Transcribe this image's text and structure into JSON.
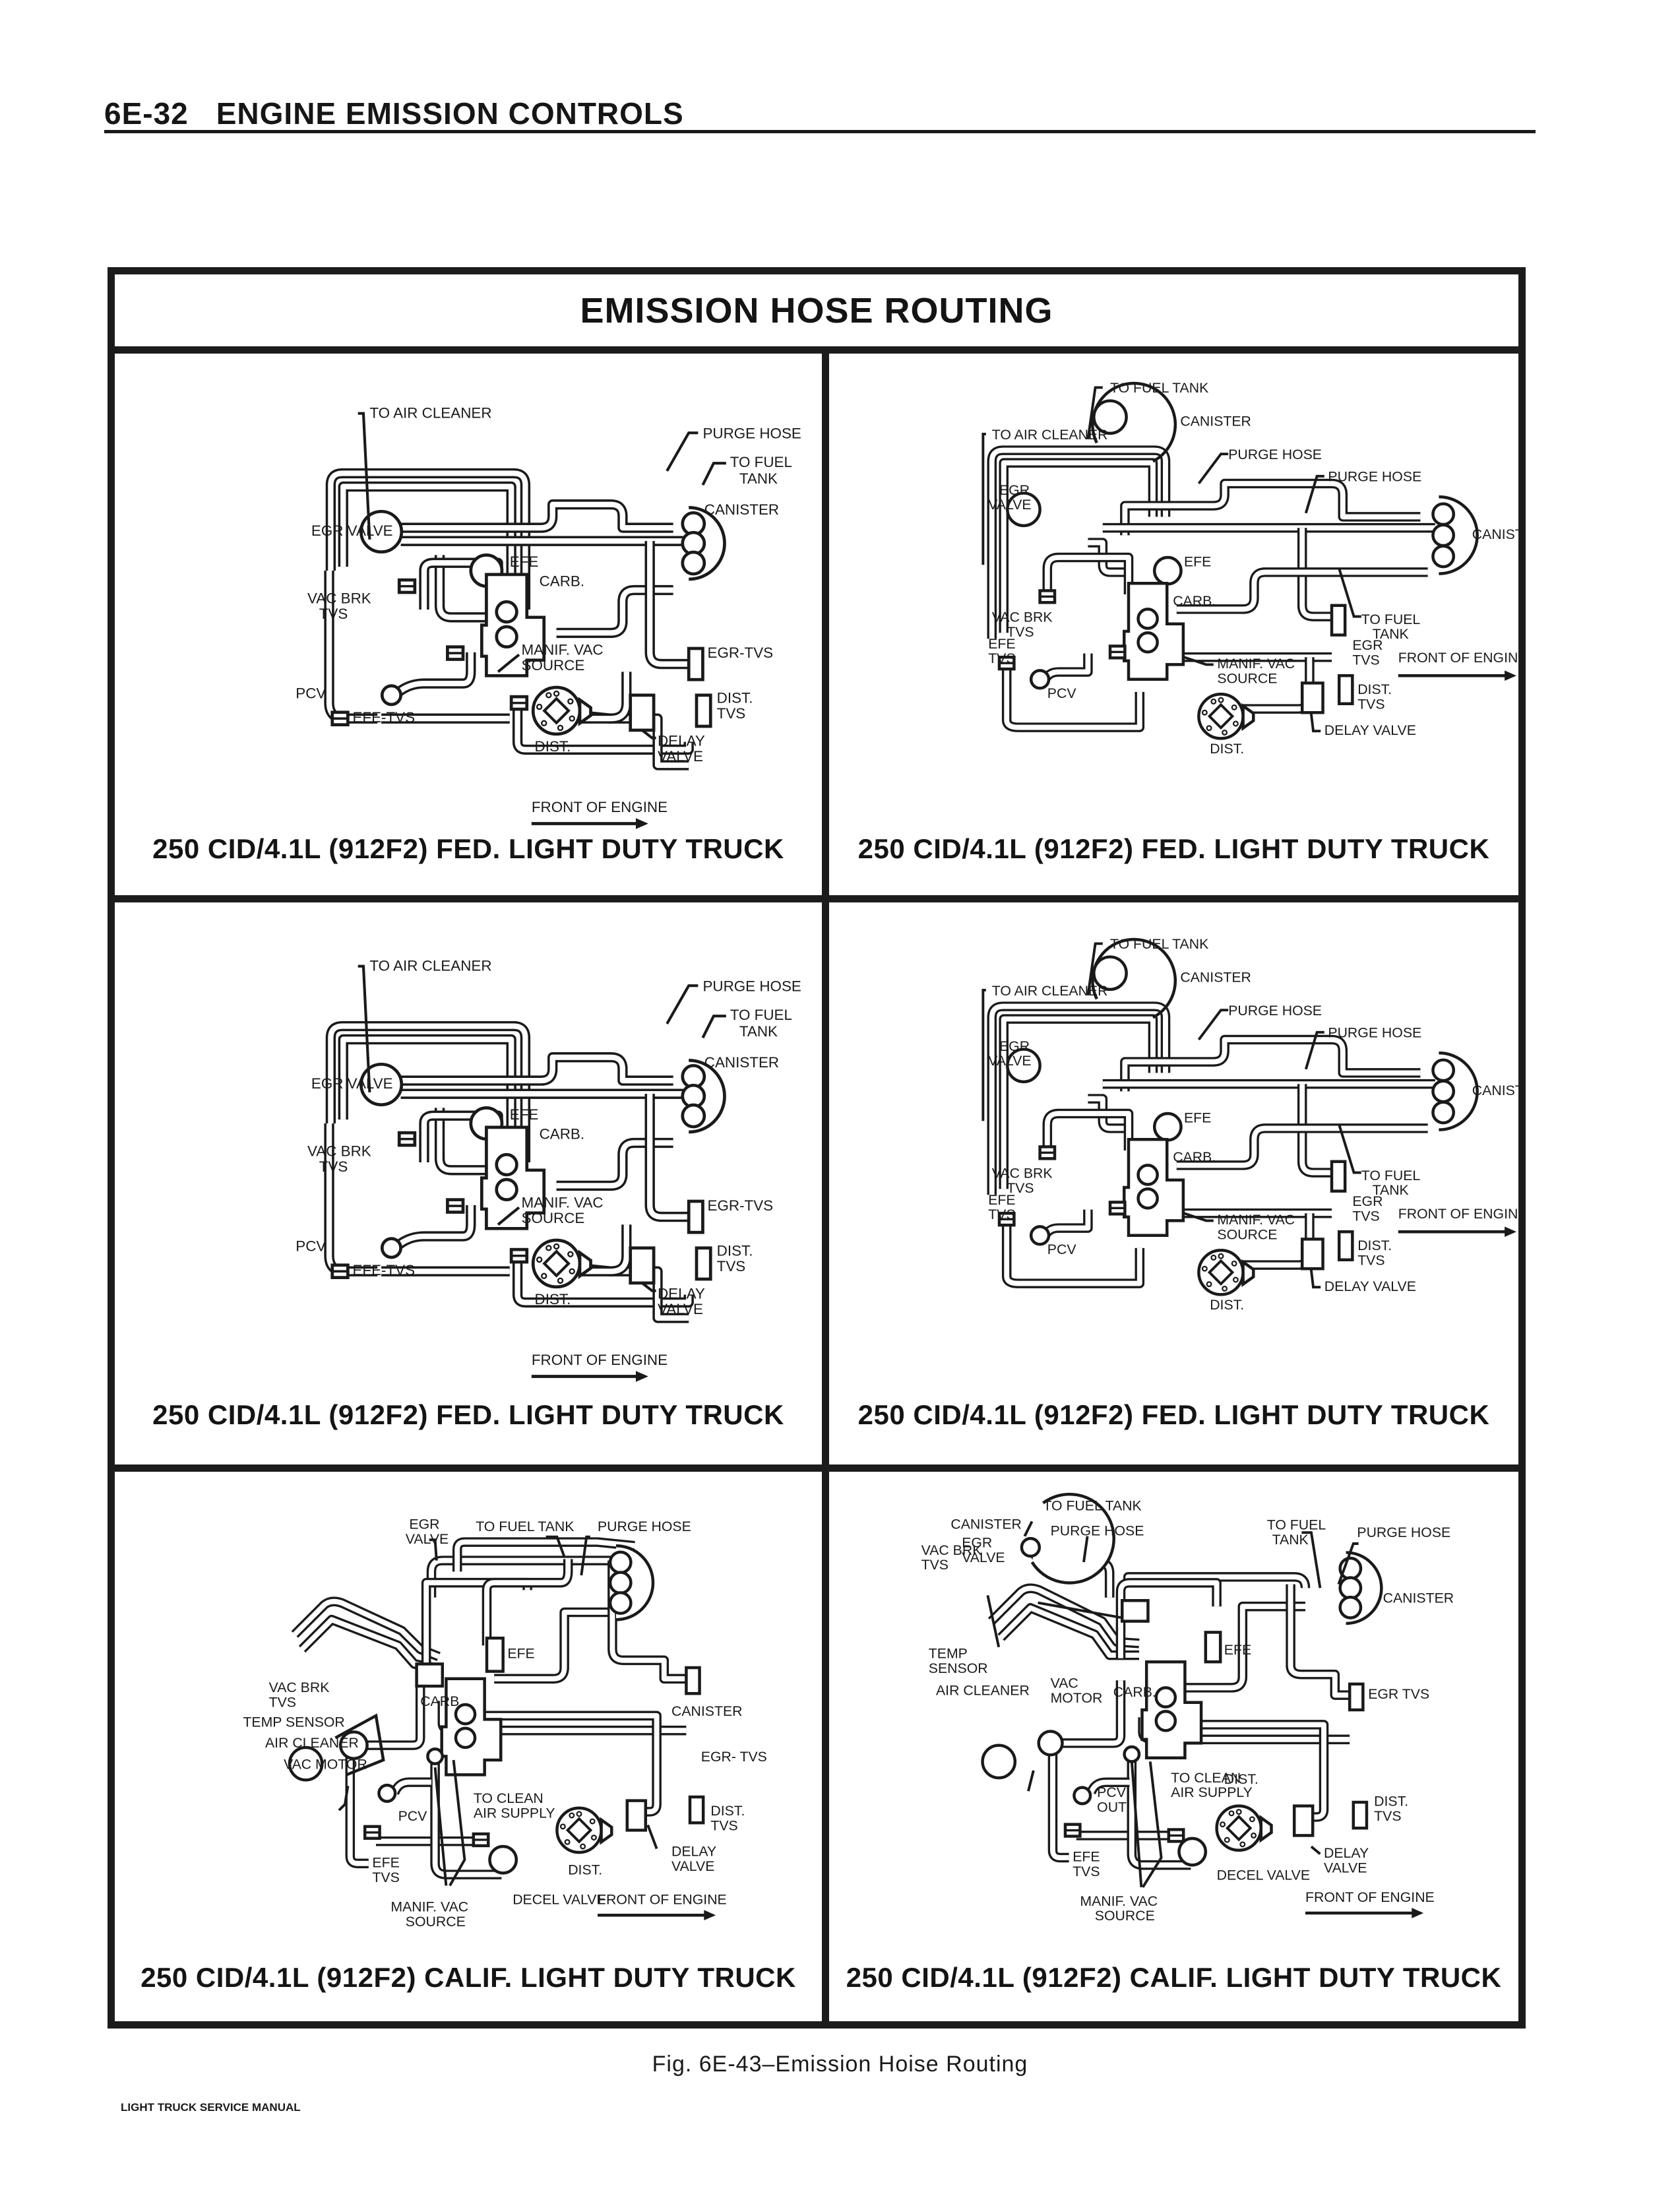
{
  "page": {
    "section_number": "6E-32",
    "section_title": "ENGINE EMISSION CONTROLS",
    "figure_title": "EMISSION HOSE ROUTING",
    "figure_caption": "Fig. 6E-43–Emission Hoise Routing",
    "footer": "LIGHT TRUCK SERVICE MANUAL"
  },
  "panels": [
    {
      "caption": "250 CID/4.1L (912F2) FED. LIGHT DUTY TRUCK",
      "variant": "fed-a",
      "labels": {
        "to_air_cleaner": "TO AIR CLEANER",
        "purge_hose": "PURGE HOSE",
        "egr_valve": "EGR VALVE",
        "to_fuel_tank_1": "TO FUEL",
        "to_fuel_tank_2": "TANK",
        "efe": "EFE",
        "canister": "CANISTER",
        "carb": "CARB.",
        "vac_brk_1": "VAC BRK",
        "vac_brk_2": "TVS",
        "egr_tvs": "EGR-TVS",
        "manif_vac_1": "MANIF. VAC",
        "manif_vac_2": "SOURCE",
        "pcv": "PCV",
        "efe_tvs": "EFE-TVS",
        "dist_tvs_1": "DIST.",
        "dist_tvs_2": "TVS",
        "dist": "DIST.",
        "delay_1": "DELAY",
        "delay_2": "VALVE",
        "front_of_engine": "FRONT OF ENGINE"
      }
    },
    {
      "caption": "250 CID/4.1L (912F2) FED. LIGHT DUTY TRUCK",
      "variant": "fed-b",
      "labels": {
        "to_fuel_tank_top": "TO FUEL TANK",
        "to_air_cleaner": "TO AIR CLEANER",
        "canister_top": "CANISTER",
        "purge_hose_1": "PURGE HOSE",
        "purge_hose_2": "PURGE HOSE",
        "egr_valve_1": "EGR",
        "egr_valve_2": "VALVE",
        "canister": "CANISTER",
        "efe": "EFE",
        "carb": "CARB.",
        "to_fuel_tank_1": "TO FUEL",
        "to_fuel_tank_2": "TANK",
        "vac_brk_1": "VAC BRK",
        "vac_brk_2": "TVS",
        "efe_tvs_1": "EFE",
        "efe_tvs_2": "TVS",
        "egr_tvs_1": "EGR",
        "egr_tvs_2": "TVS",
        "front_of_engine": "FRONT OF ENGINE",
        "manif_vac_1": "MANIF. VAC",
        "manif_vac_2": "SOURCE",
        "pcv": "PCV",
        "dist_tvs_1": "DIST.",
        "dist_tvs_2": "TVS",
        "delay": "DELAY VALVE",
        "dist": "DIST."
      }
    },
    {
      "caption": "250 CID/4.1L (912F2) FED. LIGHT DUTY TRUCK",
      "variant": "fed-a",
      "labels": {
        "to_air_cleaner": "TO AIR CLEANER",
        "purge_hose": "PURGE HOSE",
        "egr_valve": "EGR VALVE",
        "to_fuel_tank_1": "TO FUEL",
        "to_fuel_tank_2": "TANK",
        "efe": "EFE",
        "canister": "CANISTER",
        "carb": "CARB.",
        "vac_brk_1": "VAC BRK",
        "vac_brk_2": "TVS",
        "egr_tvs": "EGR-TVS",
        "manif_vac_1": "MANIF. VAC",
        "manif_vac_2": "SOURCE",
        "pcv": "PCV",
        "efe_tvs": "EFE-TVS",
        "dist_tvs_1": "DIST.",
        "dist_tvs_2": "TVS",
        "dist": "DIST.",
        "delay_1": "DELAY",
        "delay_2": "VALVE",
        "front_of_engine": "FRONT OF ENGINE"
      }
    },
    {
      "caption": "250 CID/4.1L (912F2) FED. LIGHT DUTY TRUCK",
      "variant": "fed-b",
      "labels": {
        "to_fuel_tank_top": "TO FUEL TANK",
        "to_air_cleaner": "TO AIR CLEANER",
        "canister_top": "CANISTER",
        "purge_hose_1": "PURGE HOSE",
        "purge_hose_2": "PURGE HOSE",
        "egr_valve_1": "EGR",
        "egr_valve_2": "VALVE",
        "canister": "CANISTER",
        "efe": "EFE",
        "carb": "CARB.",
        "to_fuel_tank_1": "TO FUEL",
        "to_fuel_tank_2": "TANK",
        "vac_brk_1": "VAC BRK",
        "vac_brk_2": "TVS",
        "efe_tvs_1": "EFE",
        "efe_tvs_2": "TVS",
        "egr_tvs_1": "EGR",
        "egr_tvs_2": "TVS",
        "front_of_engine": "FRONT OF ENGINE",
        "manif_vac_1": "MANIF. VAC",
        "manif_vac_2": "SOURCE",
        "pcv": "PCV",
        "dist_tvs_1": "DIST.",
        "dist_tvs_2": "TVS",
        "delay": "DELAY VALVE",
        "dist": "DIST."
      }
    },
    {
      "caption": "250 CID/4.1L (912F2) CALIF. LIGHT DUTY TRUCK",
      "variant": "calif-a",
      "labels": {
        "egr_valve_1": "EGR",
        "egr_valve_2": "VALVE",
        "to_fuel_tank": "TO FUEL TANK",
        "purge_hose": "PURGE HOSE",
        "vac_brk_1": "VAC BRK",
        "vac_brk_2": "TVS",
        "efe": "EFE",
        "canister": "CANISTER",
        "temp_sensor": "TEMP SENSOR",
        "carb": "CARB.",
        "air_cleaner": "AIR CLEANER",
        "egr_tvs": "EGR- TVS",
        "vac_motor": "VAC MOTOR",
        "to_clean_1": "TO CLEAN",
        "to_clean_2": "AIR SUPPLY",
        "pcv": "PCV",
        "dist_tvs_1": "DIST.",
        "dist_tvs_2": "TVS",
        "efe_tvs_1": "EFE",
        "efe_tvs_2": "TVS",
        "dist": "DIST.",
        "delay_1": "DELAY",
        "delay_2": "VALVE",
        "manif_vac_1": "MANIF. VAC",
        "manif_vac_2": "SOURCE",
        "decel_valve": "DECEL VALVE",
        "front_of_engine": "FRONT OF ENGINE"
      }
    },
    {
      "caption": "250 CID/4.1L (912F2) CALIF. LIGHT DUTY TRUCK",
      "variant": "calif-b",
      "labels": {
        "canister_top": "CANISTER",
        "to_fuel_tank_top": "TO FUEL TANK",
        "purge_hose_1": "PURGE HOSE",
        "to_fuel_tank_1": "TO FUEL",
        "to_fuel_tank_2": "TANK",
        "purge_hose_2": "PURGE HOSE",
        "vac_brk_1": "VAC BRK",
        "vac_brk_2": "TVS",
        "egr_valve_1": "EGR",
        "egr_valve_2": "VALVE",
        "canister": "CANISTER",
        "efe": "EFE",
        "temp_sensor_1": "TEMP",
        "temp_sensor_2": "SENSOR",
        "carb": "CARB.",
        "air_cleaner": "AIR CLEANER",
        "vac_motor_1": "VAC",
        "vac_motor_2": "MOTOR",
        "egr_tvs": "EGR TVS",
        "to_clean_1": "TO CLEAN",
        "to_clean_2": "AIR SUPPLY",
        "dist_top": "DIST.",
        "pcv_1": "PCV",
        "pcv_2": "OUT",
        "dist_tvs_1": "DIST.",
        "dist_tvs_2": "TVS",
        "efe_tvs_1": "EFE",
        "efe_tvs_2": "TVS",
        "decel_valve": "DECEL VALVE",
        "delay_1": "DELAY",
        "delay_2": "VALVE",
        "manif_vac_1": "MANIF. VAC",
        "manif_vac_2": "SOURCE",
        "front_of_engine": "FRONT OF ENGINE"
      }
    }
  ]
}
